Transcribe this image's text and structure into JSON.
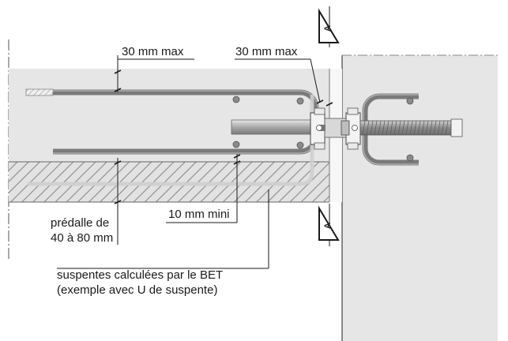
{
  "labels": {
    "dim_top_left": "30 mm max",
    "dim_top_right": "30 mm max",
    "dim_min": "10 mm mini",
    "predalle_line1": "prédalle de",
    "predalle_line2": "40 à 80 mm",
    "suspentes_line1": "suspentes calculées par le BET",
    "suspentes_line2": "(exemple avec U de suspente)"
  },
  "section_marks": {
    "top": "A",
    "bottom": "A"
  },
  "colors": {
    "concrete": "#e6e6e6",
    "precast_hatch": "#8a8a8a",
    "rebar": "#7a7a7a",
    "rebar_light": "#bdbdbd",
    "connector": "#9b9b9b",
    "line": "#1a1a1a"
  }
}
